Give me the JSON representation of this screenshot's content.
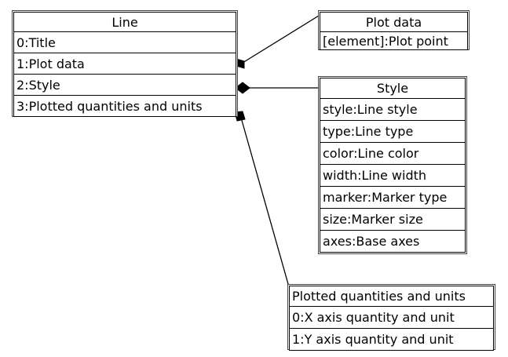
{
  "diagram": {
    "type": "uml-composition-diagram",
    "background_color": "#ffffff",
    "line_color": "#000000",
    "boxes": {
      "line": {
        "title": "Line",
        "title_align": "center",
        "rows": [
          "0:Title",
          "1:Plot data",
          "2:Style",
          "3:Plotted quantities and units"
        ]
      },
      "plot_data": {
        "title": "Plot data",
        "title_align": "center",
        "rows": [
          "[element]:Plot point"
        ]
      },
      "style": {
        "title": "Style",
        "title_align": "center",
        "rows": [
          "style:Line style",
          "type:Line type",
          "color:Line color",
          "width:Line width",
          "marker:Marker type",
          "size:Marker size",
          "axes:Base axes"
        ]
      },
      "plotted_quantities": {
        "title": "Plotted quantities and units",
        "title_align": "left",
        "rows": [
          "0:X axis quantity and unit",
          "1:Y axis quantity and unit"
        ]
      }
    },
    "connectors": [
      {
        "name": "line-to-plot-data",
        "from": "line",
        "to": "plot_data",
        "marker": "filled-diamond",
        "marker_end": "source"
      },
      {
        "name": "line-to-style",
        "from": "line",
        "to": "style",
        "marker": "filled-diamond",
        "marker_end": "source"
      },
      {
        "name": "line-to-plotted-quantities",
        "from": "line",
        "to": "plotted_quantities",
        "marker": "filled-diamond",
        "marker_end": "source"
      }
    ]
  }
}
